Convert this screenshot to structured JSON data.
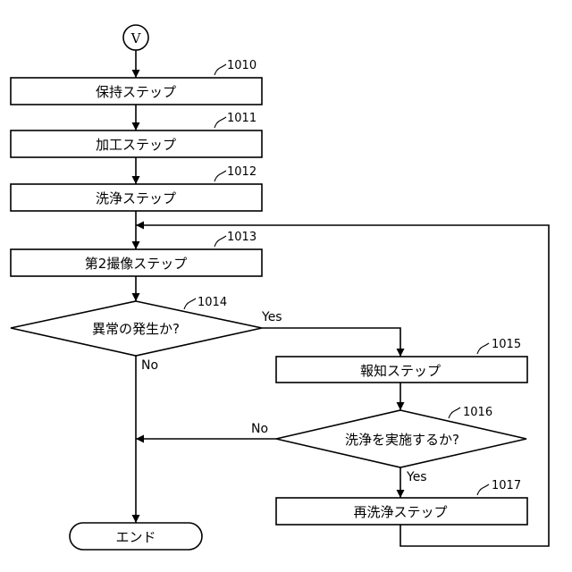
{
  "connector": {
    "label": "V"
  },
  "steps": {
    "s1010": {
      "ref": "1010",
      "label": "保持ステップ"
    },
    "s1011": {
      "ref": "1011",
      "label": "加工ステップ"
    },
    "s1012": {
      "ref": "1012",
      "label": "洗浄ステップ"
    },
    "s1013": {
      "ref": "1013",
      "label": "第2撮像ステップ"
    },
    "s1015": {
      "ref": "1015",
      "label": "報知ステップ"
    },
    "s1017": {
      "ref": "1017",
      "label": "再洗浄ステップ"
    }
  },
  "decisions": {
    "d1014": {
      "ref": "1014",
      "label": "異常の発生か?",
      "yes": "Yes",
      "no": "No"
    },
    "d1016": {
      "ref": "1016",
      "label": "洗浄を実施するか?",
      "yes": "Yes",
      "no": "No"
    }
  },
  "terminal": {
    "label": "エンド"
  }
}
